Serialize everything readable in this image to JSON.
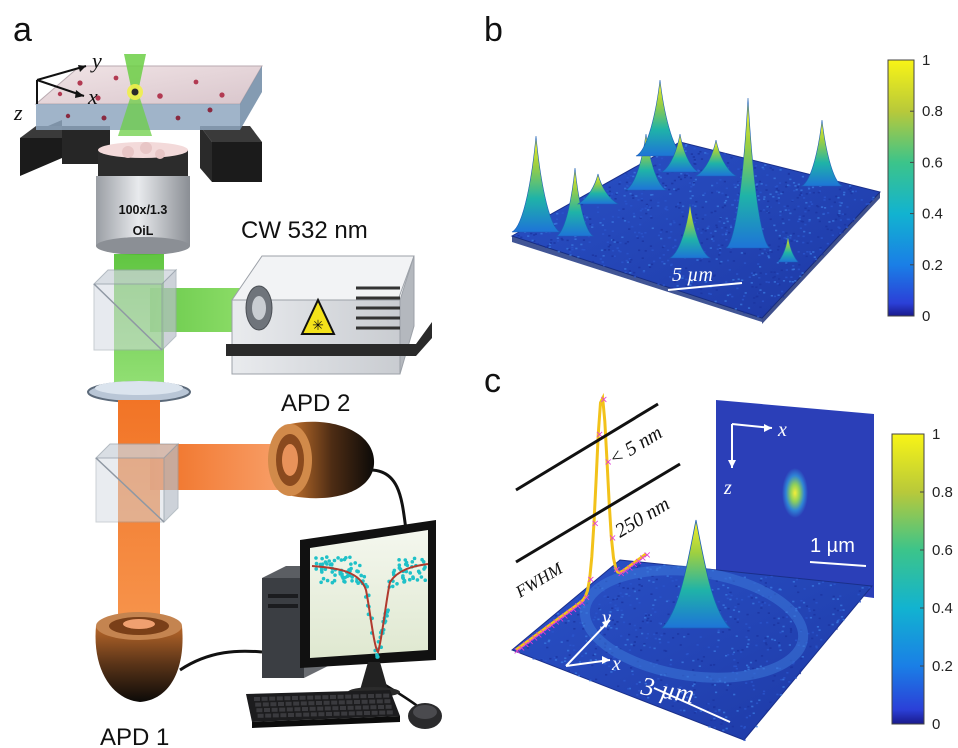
{
  "panels": {
    "a": "a",
    "b": "b",
    "c": "c"
  },
  "setup": {
    "objective_line1": "100x/1.3",
    "objective_line2": "OiL",
    "laser_label": "CW 532 nm",
    "apd1_label": "APD 1",
    "apd2_label": "APD 2",
    "axis_x": "x",
    "axis_y": "y",
    "axis_z": "z"
  },
  "panel_b": {
    "scale_bar": "5 µm",
    "colorbar": {
      "ticks": [
        "1",
        "0.8",
        "0.6",
        "0.4",
        "0.2",
        "0"
      ],
      "min": 0,
      "max": 1
    }
  },
  "panel_c": {
    "dim_small": "< 5 nm",
    "dim_fwhm_value": "250 nm",
    "dim_fwhm_label": "FWHM",
    "scale_bar_surface": "3 µm",
    "scale_bar_image": "1 µm",
    "axis_x": "x",
    "axis_y": "y",
    "axis_z": "z",
    "colorbar": {
      "ticks": [
        "1",
        "0.8",
        "0.6",
        "0.4",
        "0.2",
        "0"
      ],
      "min": 0,
      "max": 1
    }
  },
  "colors": {
    "laser_green": "#5cc83a",
    "fluorescence_orange": "#f07a2a",
    "profile_yellow": "#f2c21a",
    "profile_magenta": "#e33bd8",
    "surface_blue": "#1f3fb0",
    "peak_yellow": "#f5e23a"
  }
}
